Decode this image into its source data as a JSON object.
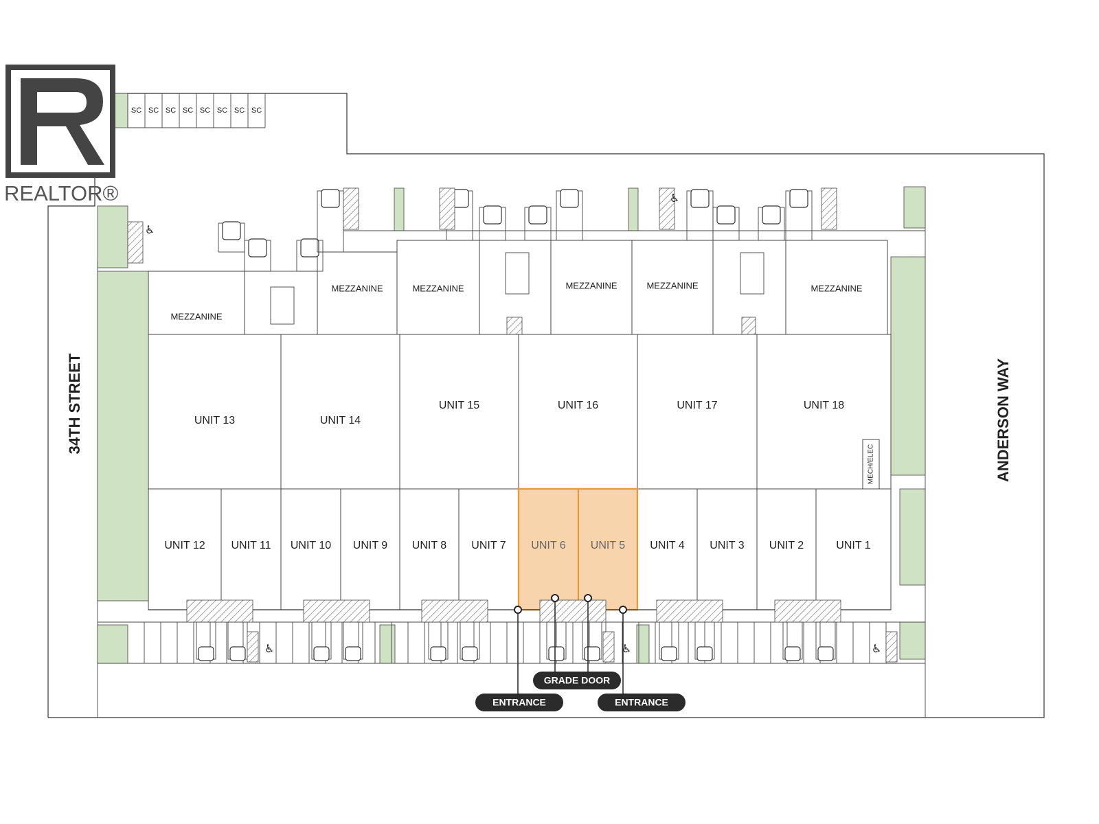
{
  "logo": {
    "text": "REALTOR®",
    "mark": "R"
  },
  "streets": {
    "left": "34TH STREET",
    "right": "ANDERSON WAY"
  },
  "parking_sc": [
    "SC",
    "SC",
    "SC",
    "SC",
    "SC",
    "SC",
    "SC",
    "SC"
  ],
  "mezzanines": [
    "MEZZANINE",
    "MEZZANINE",
    "MEZZANINE",
    "MEZZANINE",
    "MEZZANINE",
    "MEZZANINE"
  ],
  "upper_units": [
    "UNIT 13",
    "UNIT 14",
    "UNIT 15",
    "UNIT 16",
    "UNIT 17",
    "UNIT 18"
  ],
  "lower_units": [
    "UNIT 12",
    "UNIT 11",
    "UNIT 10",
    "UNIT 9",
    "UNIT 8",
    "UNIT 7",
    "UNIT 6",
    "UNIT 5",
    "UNIT 4",
    "UNIT 3",
    "UNIT 2",
    "UNIT 1"
  ],
  "highlighted_units": [
    "UNIT 6",
    "UNIT 5"
  ],
  "mech_room": "MECH/ELEC",
  "callouts": {
    "entrance_left": "ENTRANCE",
    "grade_door": "GRADE DOOR",
    "entrance_right": "ENTRANCE"
  },
  "colors": {
    "highlight_fill": "#f8d4ad",
    "highlight_stroke": "#e89a3a",
    "landscape": "#cfe3c4",
    "callout": "#2b2b2b"
  }
}
